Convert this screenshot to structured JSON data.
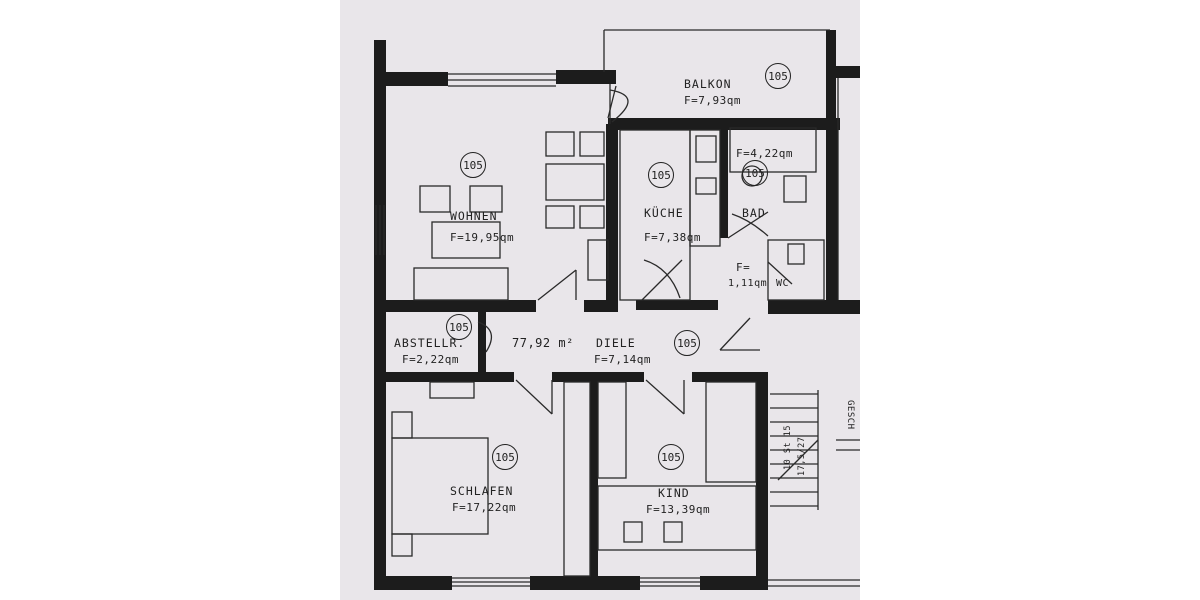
{
  "plan": {
    "total_area": "77,92 m²",
    "rooms": {
      "balkon": {
        "name": "BALKON",
        "area": "F=7,93qm",
        "unit": "105"
      },
      "wohnen": {
        "name": "WOHNEN",
        "area": "F=19,95qm",
        "unit": "105"
      },
      "kueche": {
        "name": "KÜCHE",
        "area": "F=7,38qm",
        "unit": "105"
      },
      "bad": {
        "name": "BAD",
        "area": "F=4,22qm",
        "unit": "105"
      },
      "wc": {
        "name": "WC",
        "area_prefix": "F=",
        "area": "1,11qm"
      },
      "abstell": {
        "name": "ABSTELLR.",
        "area": "F=2,22qm",
        "unit": "105"
      },
      "diele": {
        "name": "DIELE",
        "area": "F=7,14qm",
        "unit": "105"
      },
      "schlafen": {
        "name": "SCHLAFEN",
        "area": "F=17,22qm",
        "unit": "105"
      },
      "kind": {
        "name": "KIND",
        "area": "F=13,39qm",
        "unit": "105"
      }
    },
    "stair": {
      "label_a": "10 St 15",
      "label_b": "17,5/27",
      "label_c": "GESCH"
    }
  }
}
